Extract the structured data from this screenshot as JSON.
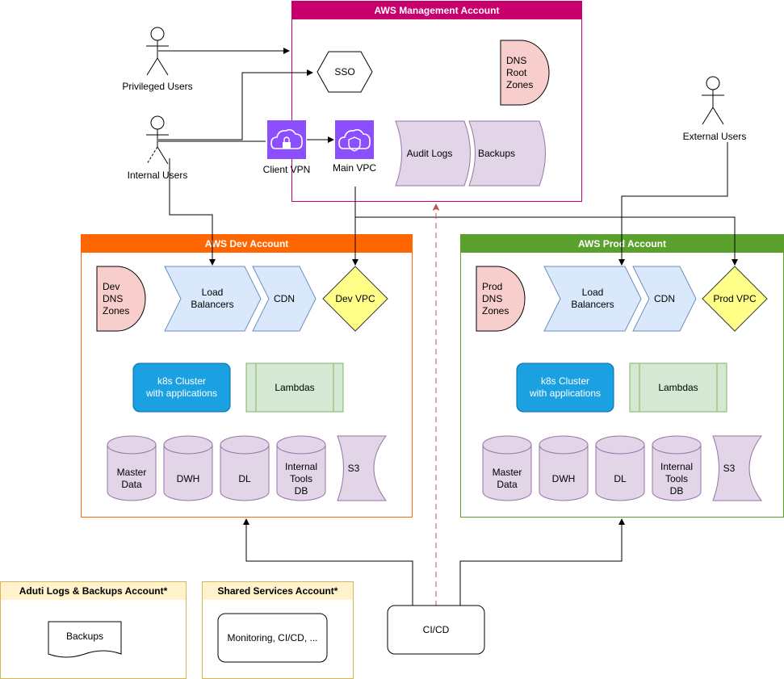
{
  "mgmt": {
    "title": "AWS Management Account",
    "sso": "SSO",
    "dns_root": "DNS\nRoot\nZones",
    "audit_logs": "Audit Logs",
    "backups": "Backups",
    "client_vpn": "Client VPN",
    "main_vpc": "Main VPC"
  },
  "actors": {
    "privileged": "Privileged Users",
    "internal": "Internal Users",
    "external": "External Users"
  },
  "dev": {
    "title": "AWS Dev Account",
    "dns": "Dev\nDNS\nZones",
    "lb": "Load\nBalancers",
    "cdn": "CDN",
    "vpc": "Dev VPC",
    "k8s": "k8s Cluster\nwith applications",
    "lambdas": "Lambdas",
    "master_data": "Master\nData",
    "dwh": "DWH",
    "dl": "DL",
    "internal_tools": "Internal\nTools\nDB",
    "s3": "S3"
  },
  "prod": {
    "title": "AWS Prod Account",
    "dns": "Prod\nDNS\nZones",
    "lb": "Load\nBalancers",
    "cdn": "CDN",
    "vpc": "Prod VPC",
    "k8s": "k8s Cluster\nwith applications",
    "lambdas": "Lambdas",
    "master_data": "Master\nData",
    "dwh": "DWH",
    "dl": "DL",
    "internal_tools": "Internal\nTools\nDB",
    "s3": "S3"
  },
  "audit_account": {
    "title": "Aduti Logs & Backups Account*",
    "backups": "Backups"
  },
  "shared": {
    "title": "Shared Services Account*",
    "monitoring": "Monitoring, CI/CD, ..."
  },
  "cicd": "CI/CD",
  "colors": {
    "mgmt": "#C7006E",
    "dev": "#FF6600",
    "prod": "#5AA02C",
    "shared_header": "#FFF2CC",
    "shared_border": "#D6B656",
    "purple_fill": "#E1D5E7",
    "purple_stroke": "#9673A6",
    "pink_fill": "#F8CECC",
    "blue_fill": "#DAE8FC",
    "yellow_fill": "#FFFF88",
    "k8s_fill": "#1BA1E2",
    "green_fill": "#D5E8D4"
  }
}
